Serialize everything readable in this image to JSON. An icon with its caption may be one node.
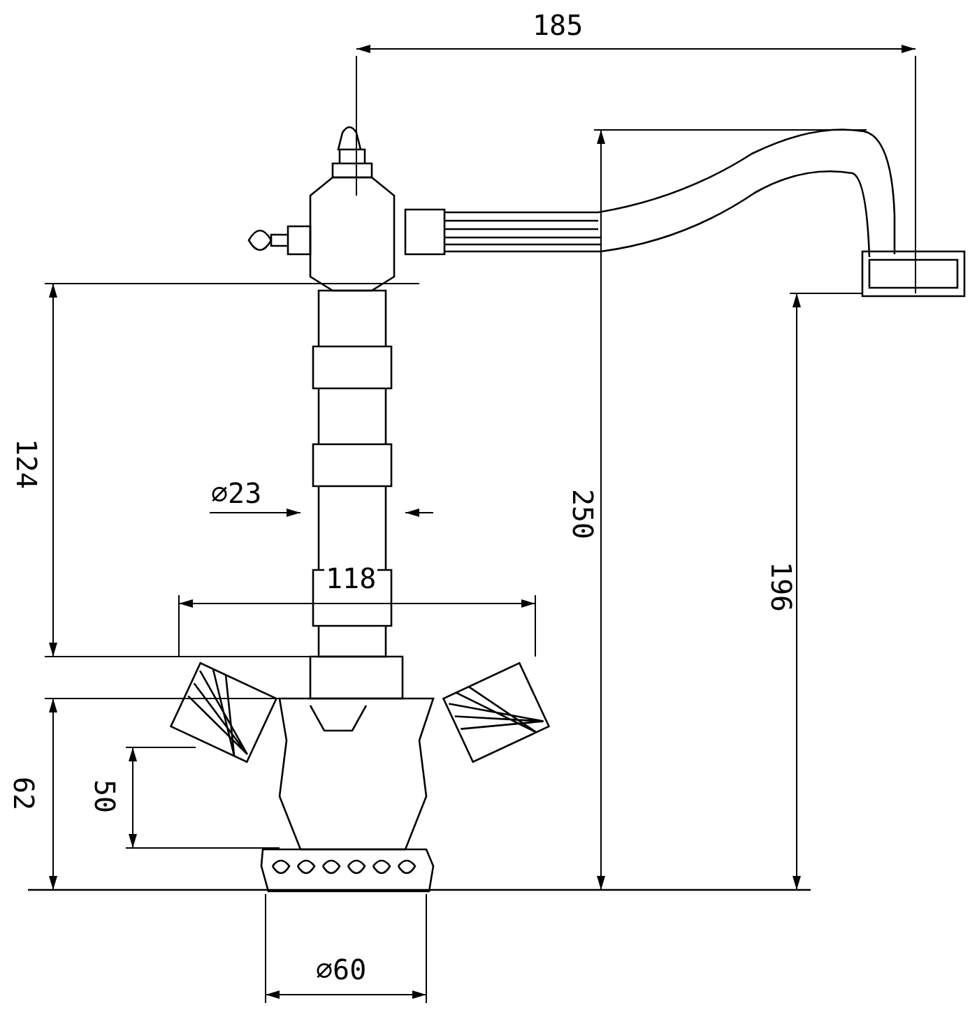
{
  "diagram": {
    "labels": [
      "185",
      "124",
      "⌀23",
      "118",
      "250",
      "196",
      "62",
      "50",
      "⌀60"
    ]
  }
}
